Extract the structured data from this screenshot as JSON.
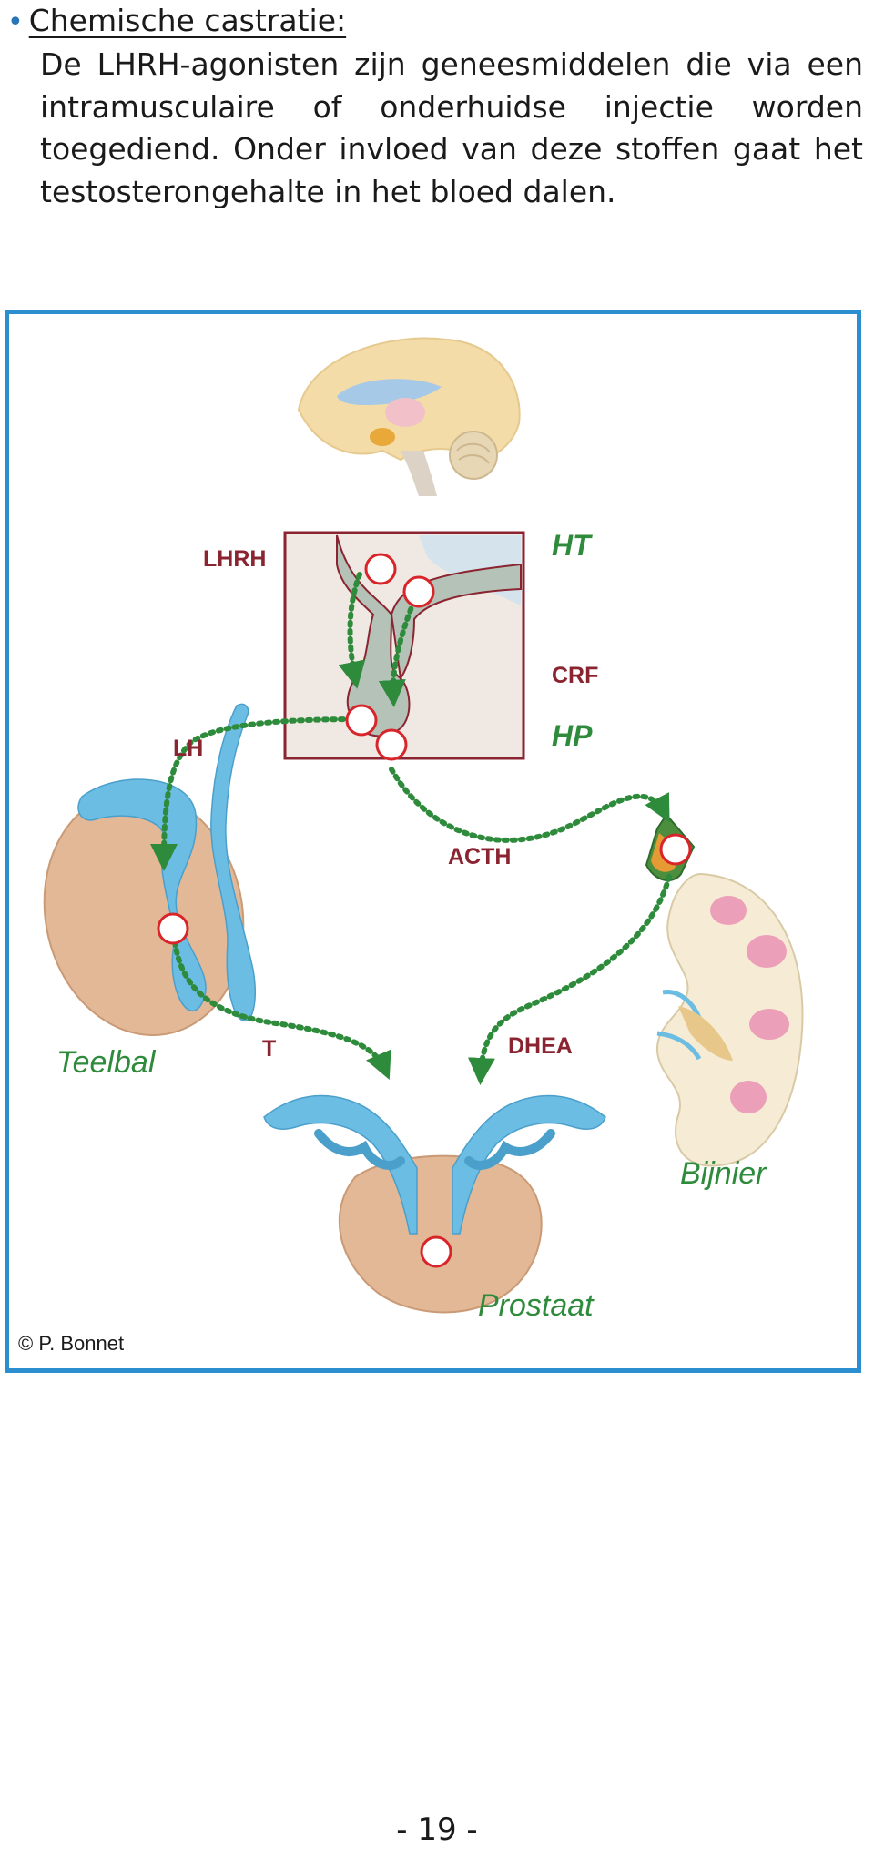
{
  "heading": {
    "bullet": "•",
    "text": "Chemische castratie:"
  },
  "paragraph": "De LHRH-agonisten zijn geneesmiddelen die via een intramusculaire of onderhuidse injectie worden toegediend. Onder invloed van deze stoffen gaat het testosterongehalte in het bloed dalen.",
  "figure": {
    "hormone_labels": {
      "lhrh": "LHRH",
      "lh": "LH",
      "crf": "CRF",
      "acth": "ACTH",
      "t": "T",
      "dhea": "DHEA"
    },
    "organ_labels": {
      "ht": "HT",
      "hp": "HP",
      "teelbal": "Teelbal",
      "bijnier": "Bijnier",
      "prostaat": "Prostaat"
    },
    "credit": "© P. Bonnet",
    "colors": {
      "border": "#2b8fcf",
      "arrow": "#2e8b3c",
      "organ_label": "#2e8b3c",
      "gland_fill": "#e3b897",
      "duct_fill": "#6bbde3",
      "panel_border": "#8a2430"
    }
  },
  "page_number": "- 19 -"
}
